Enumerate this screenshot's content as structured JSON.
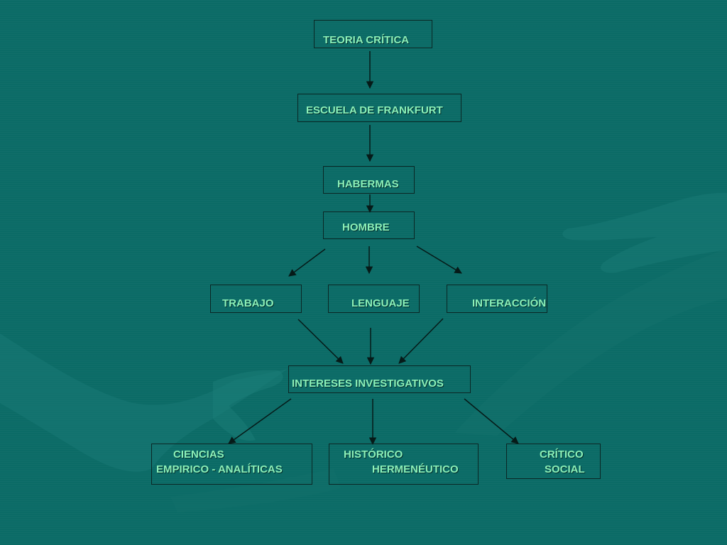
{
  "diagram": {
    "nodes": {
      "teoria": "TEORIA CRÍTICA",
      "escuela": "ESCUELA DE FRANKFURT",
      "habermas": "HABERMAS",
      "hombre": "HOMBRE",
      "trabajo": "TRABAJO",
      "lenguaje": "LENGUAJE",
      "interaccion": "INTERACCIÓN",
      "intereses": "INTERESES INVESTIGATIVOS",
      "ciencias": {
        "line1": "CIENCIAS",
        "line2": "EMPIRICO - ANALÍTICAS"
      },
      "historico": {
        "line1": "HISTÓRICO",
        "line2": "HERMENÉUTICO"
      },
      "critico": {
        "line1": "CRÍTICO",
        "line2": "SOCIAL"
      }
    },
    "edges": [
      [
        "teoria",
        "escuela"
      ],
      [
        "escuela",
        "habermas"
      ],
      [
        "habermas",
        "hombre"
      ],
      [
        "hombre",
        "trabajo"
      ],
      [
        "hombre",
        "lenguaje"
      ],
      [
        "hombre",
        "interaccion"
      ],
      [
        "trabajo",
        "intereses"
      ],
      [
        "lenguaje",
        "intereses"
      ],
      [
        "interaccion",
        "intereses"
      ],
      [
        "intereses",
        "ciencias"
      ],
      [
        "intereses",
        "historico"
      ],
      [
        "intereses",
        "critico"
      ]
    ],
    "colors": {
      "background": "#0b6b66",
      "text": "#8cf0b8",
      "border": "#0a2624",
      "arrow": "#061a18"
    }
  }
}
